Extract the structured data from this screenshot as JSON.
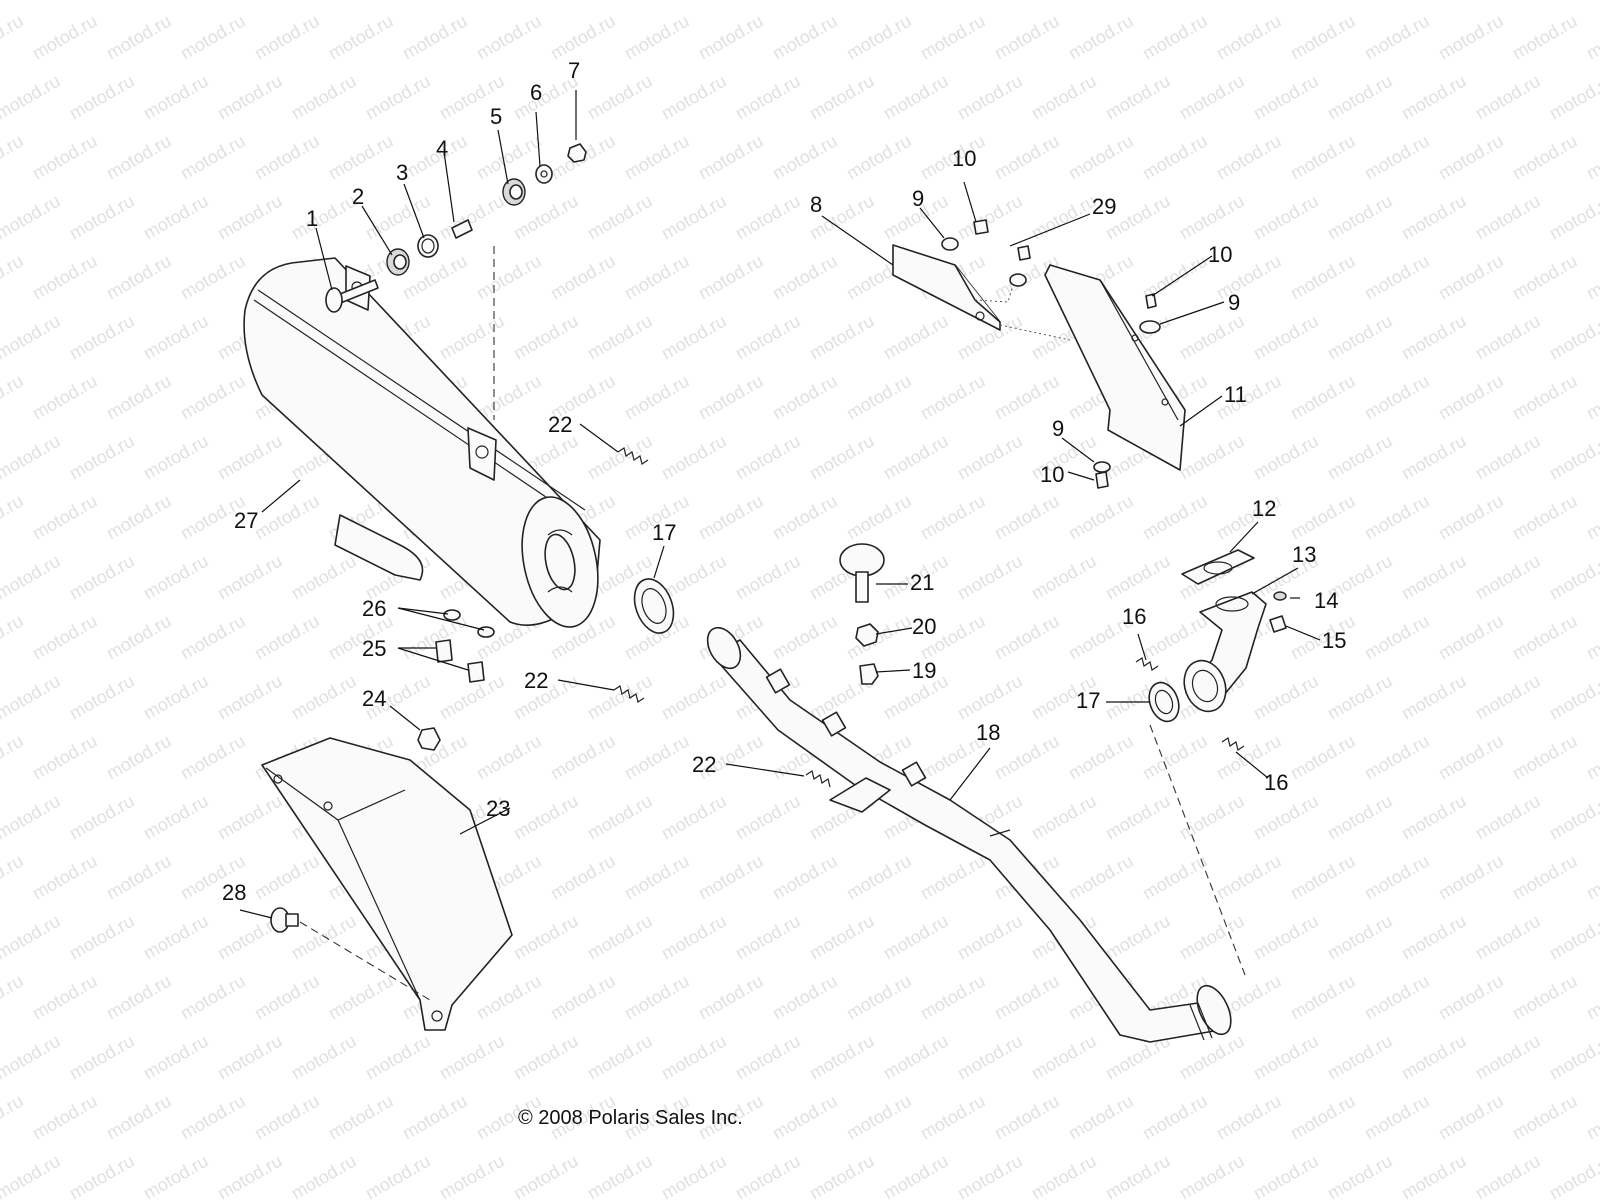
{
  "watermark": "motod.ru",
  "copyright": "© 2008 Polaris Sales Inc.",
  "callouts": [
    "1",
    "2",
    "3",
    "4",
    "5",
    "6",
    "7",
    "8",
    "9",
    "10",
    "29",
    "10",
    "9",
    "11",
    "9",
    "10",
    "22",
    "27",
    "17",
    "26",
    "25",
    "22",
    "24",
    "23",
    "28",
    "21",
    "20",
    "19",
    "22",
    "18",
    "12",
    "13",
    "14",
    "15",
    "16",
    "17",
    "16"
  ]
}
